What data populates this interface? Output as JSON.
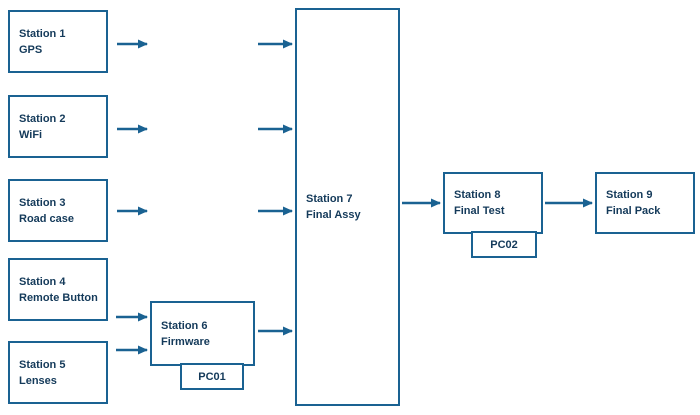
{
  "diagram": {
    "stations": [
      {
        "title": "Station 1",
        "subtitle": "GPS"
      },
      {
        "title": "Station 2",
        "subtitle": "WiFi"
      },
      {
        "title": "Station 3",
        "subtitle": "Road case"
      },
      {
        "title": "Station 4",
        "subtitle": "Remote Button"
      },
      {
        "title": "Station 5",
        "subtitle": "Lenses"
      },
      {
        "title": "Station 6",
        "subtitle": "Firmware"
      },
      {
        "title": "Station 7",
        "subtitle": "Final Assy"
      },
      {
        "title": "Station 8",
        "subtitle": "Final Test"
      },
      {
        "title": "Station 9",
        "subtitle": "Final Pack"
      }
    ],
    "pc_labels": {
      "pc01": "PC01",
      "pc02": "PC02"
    },
    "colors": {
      "border": "#1a6292",
      "text": "#143a5a",
      "arrow": "#1a6292",
      "background": "#ffffff"
    }
  }
}
